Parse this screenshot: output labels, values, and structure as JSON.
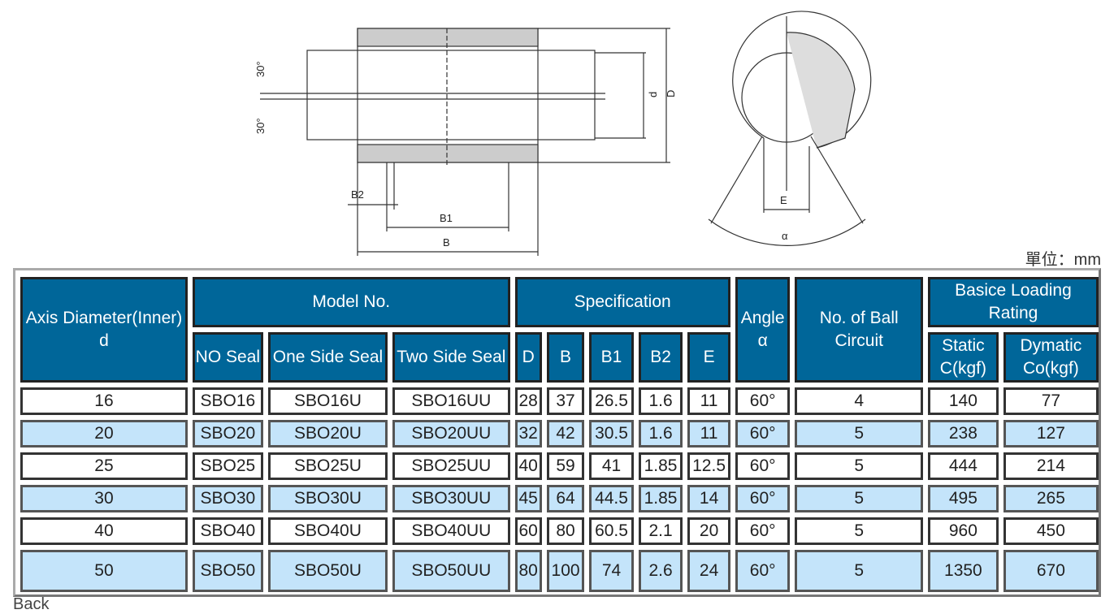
{
  "diagram": {
    "angle_top": "30°",
    "angle_bottom": "30°",
    "d": "d",
    "D": "D",
    "B2": "B2",
    "B1": "B1",
    "B": "B",
    "E": "E",
    "alpha": "α"
  },
  "unit_label": "單位：mm",
  "table": {
    "headers": {
      "axis": "Axis Diameter(Inner) d",
      "model": "Model No.",
      "spec": "Specification",
      "angle": "Angle α",
      "balls": "No. of Ball Circuit",
      "rating": "Basice Loading Rating",
      "no_seal": "NO Seal",
      "one_side": "One Side Seal",
      "two_side": "Two Side Seal",
      "D": "D",
      "B": "B",
      "B1": "B1",
      "B2": "B2",
      "E": "E",
      "static": "Static C(kgf)",
      "dynamic": "Dymatic Co(kgf)"
    },
    "rows": [
      [
        "16",
        "SBO16",
        "SBO16U",
        "SBO16UU",
        "28",
        "37",
        "26.5",
        "1.6",
        "11",
        "60°",
        "4",
        "140",
        "77"
      ],
      [
        "20",
        "SBO20",
        "SBO20U",
        "SBO20UU",
        "32",
        "42",
        "30.5",
        "1.6",
        "11",
        "60°",
        "5",
        "238",
        "127"
      ],
      [
        "25",
        "SBO25",
        "SBO25U",
        "SBO25UU",
        "40",
        "59",
        "41",
        "1.85",
        "12.5",
        "60°",
        "5",
        "444",
        "214"
      ],
      [
        "30",
        "SBO30",
        "SBO30U",
        "SBO30UU",
        "45",
        "64",
        "44.5",
        "1.85",
        "14",
        "60°",
        "5",
        "495",
        "265"
      ],
      [
        "40",
        "SBO40",
        "SBO40U",
        "SBO40UU",
        "60",
        "80",
        "60.5",
        "2.1",
        "20",
        "60°",
        "5",
        "960",
        "450"
      ],
      [
        "50",
        "SBO50",
        "SBO50U",
        "SBO50UU",
        "80",
        "100",
        "74",
        "2.6",
        "24",
        "60°",
        "5",
        "1350",
        "670"
      ]
    ]
  },
  "footer_link": "Back"
}
